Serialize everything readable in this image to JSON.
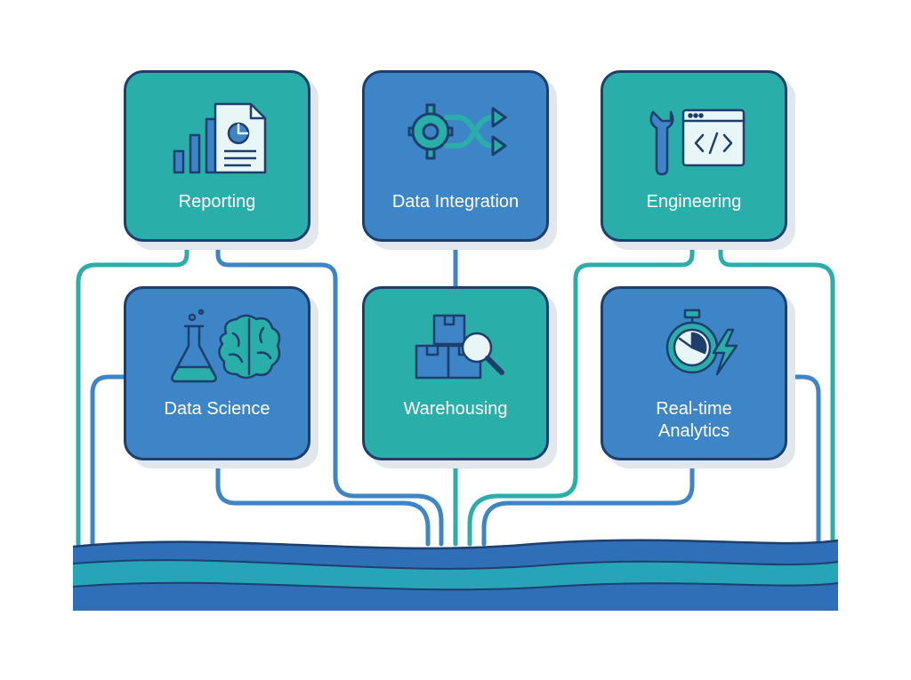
{
  "colors": {
    "teal": "#2aaea9",
    "blue": "#3d85c6",
    "outline": "#1e3f6e",
    "wave_dark": "#2f6fb7",
    "wave_light": "#27a4b8"
  },
  "cards": [
    {
      "id": "reporting",
      "label": "Reporting",
      "icon": "report-chart-icon",
      "color": "teal"
    },
    {
      "id": "data-integration",
      "label": "Data Integration",
      "icon": "gear-shuffle-icon",
      "color": "blue"
    },
    {
      "id": "engineering",
      "label": "Engineering",
      "icon": "wrench-code-icon",
      "color": "teal"
    },
    {
      "id": "data-science",
      "label": "Data Science",
      "icon": "flask-brain-icon",
      "color": "blue"
    },
    {
      "id": "warehousing",
      "label": "Warehousing",
      "icon": "boxes-magnifier-icon",
      "color": "teal"
    },
    {
      "id": "real-time-analytics",
      "label": "Real-time Analytics",
      "label_lines": [
        "Real-time",
        "Analytics"
      ],
      "icon": "stopwatch-bolt-icon",
      "color": "blue"
    }
  ]
}
